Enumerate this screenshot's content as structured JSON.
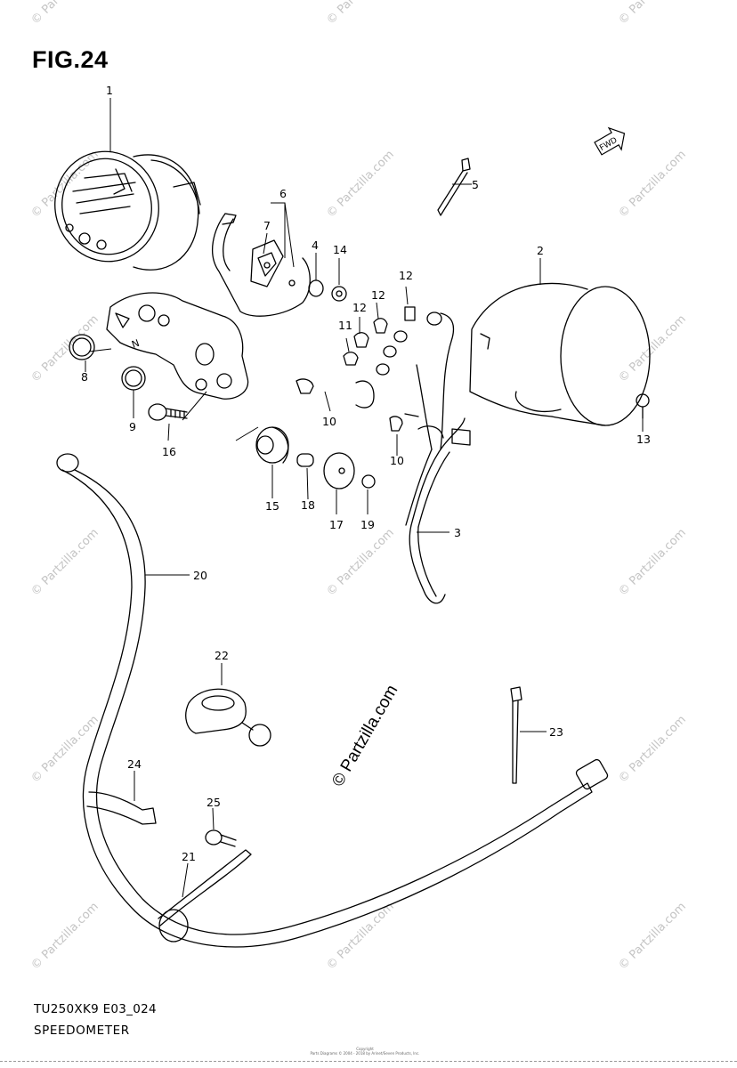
{
  "figure": {
    "title": "FIG.24",
    "model_code": "TU250XK9 E03_024",
    "section_name": "SPEEDOMETER"
  },
  "copyright_note": {
    "line1": "Copyright",
    "line2": "Parts Diagrams © 2004 - 2018 by Arinet/Seven Products, Inc."
  },
  "watermark": {
    "text": "© Partzilla.com",
    "center_text": "© Partzilla.com",
    "color": "#b4b4b4"
  },
  "direction_badge": {
    "text": "FWD"
  },
  "callouts": [
    {
      "id": "1",
      "label": "1"
    },
    {
      "id": "2",
      "label": "2"
    },
    {
      "id": "3",
      "label": "3"
    },
    {
      "id": "4",
      "label": "4"
    },
    {
      "id": "5",
      "label": "5"
    },
    {
      "id": "6",
      "label": "6"
    },
    {
      "id": "7",
      "label": "7"
    },
    {
      "id": "8",
      "label": "8"
    },
    {
      "id": "9",
      "label": "9"
    },
    {
      "id": "10a",
      "label": "10"
    },
    {
      "id": "10b",
      "label": "10"
    },
    {
      "id": "11",
      "label": "11"
    },
    {
      "id": "12a",
      "label": "12"
    },
    {
      "id": "12b",
      "label": "12"
    },
    {
      "id": "12c",
      "label": "12"
    },
    {
      "id": "13",
      "label": "13"
    },
    {
      "id": "14",
      "label": "14"
    },
    {
      "id": "15",
      "label": "15"
    },
    {
      "id": "16",
      "label": "16"
    },
    {
      "id": "17",
      "label": "17"
    },
    {
      "id": "18",
      "label": "18"
    },
    {
      "id": "19",
      "label": "19"
    },
    {
      "id": "20",
      "label": "20"
    },
    {
      "id": "21",
      "label": "21"
    },
    {
      "id": "22",
      "label": "22"
    },
    {
      "id": "23",
      "label": "23"
    },
    {
      "id": "24",
      "label": "24"
    },
    {
      "id": "25",
      "label": "25"
    }
  ],
  "bracket_marks": {
    "n_mark": "N"
  }
}
